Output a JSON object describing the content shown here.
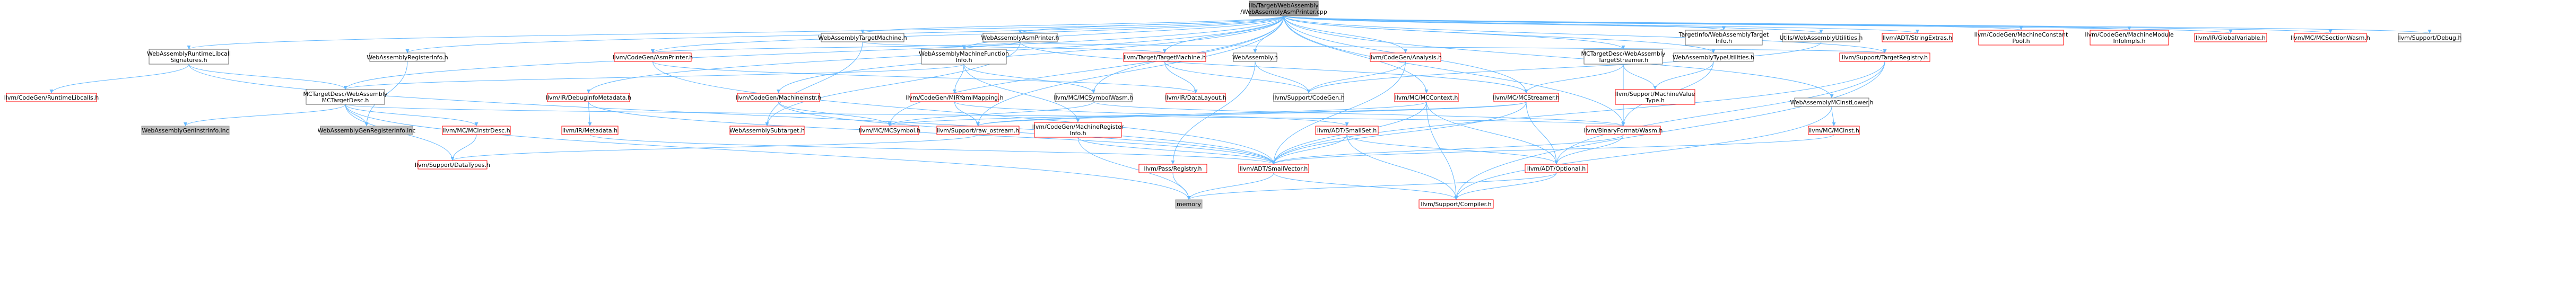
{
  "colors": {
    "edge": "#63b8ff",
    "node_normal_fill": "#ffffff",
    "node_normal_border": "#666666",
    "node_normal_text": "#000000",
    "node_red_border": "#ff0000",
    "node_red_text": "#ff0000",
    "node_grey_fill": "#bfbfbf",
    "node_grey_border": "#999999",
    "node_root_fill": "#999999",
    "node_root_border": "#666666"
  },
  "graph": {
    "root": "n_root",
    "nodes": [
      {
        "id": "n_root",
        "lines": [
          "lib/Target/WebAssembly",
          "/WebAssemblyAsmPrinter.cpp"
        ],
        "style": "root"
      },
      {
        "id": "n_rtlib",
        "lines": [
          "WebAssemblyRuntimeLibcall",
          "Signatures.h"
        ],
        "style": "normal"
      },
      {
        "id": "n_regi",
        "lines": [
          "WebAssemblyRegisterInfo.h"
        ],
        "style": "normal"
      },
      {
        "id": "n_cgap",
        "lines": [
          "llvm/CodeGen/AsmPrinter.h"
        ],
        "style": "red"
      },
      {
        "id": "n_tm",
        "lines": [
          "WebAssemblyTargetMachine.h"
        ],
        "style": "normal"
      },
      {
        "id": "n_wap",
        "lines": [
          "WebAssemblyAsmPrinter.h"
        ],
        "style": "normal"
      },
      {
        "id": "n_wmfi",
        "lines": [
          "WebAssemblyMachineFunction",
          "Info.h"
        ],
        "style": "normal"
      },
      {
        "id": "n_ttm",
        "lines": [
          "llvm/Target/TargetMachine.h"
        ],
        "style": "red"
      },
      {
        "id": "n_was",
        "lines": [
          "WebAssembly.h"
        ],
        "style": "normal"
      },
      {
        "id": "n_cga",
        "lines": [
          "llvm/CodeGen/Analysis.h"
        ],
        "style": "red"
      },
      {
        "id": "n_mcts",
        "lines": [
          "MCTargetDesc/WebAssembly",
          "TargetStreamer.h"
        ],
        "style": "normal"
      },
      {
        "id": "n_tiw",
        "lines": [
          "TargetInfo/WebAssemblyTarget",
          "Info.h"
        ],
        "style": "normal"
      },
      {
        "id": "n_uwu",
        "lines": [
          "Utils/WebAssemblyUtilities.h"
        ],
        "style": "normal"
      },
      {
        "id": "n_se",
        "lines": [
          "llvm/ADT/StringExtras.h"
        ],
        "style": "red"
      },
      {
        "id": "n_mcp",
        "lines": [
          "llvm/CodeGen/MachineConstant",
          "Pool.h"
        ],
        "style": "red"
      },
      {
        "id": "n_mmi",
        "lines": [
          "llvm/CodeGen/MachineModule",
          "InfoImpls.h"
        ],
        "style": "red"
      },
      {
        "id": "n_gv",
        "lines": [
          "llvm/IR/GlobalVariable.h"
        ],
        "style": "red"
      },
      {
        "id": "n_mcsw",
        "lines": [
          "llvm/MC/MCSectionWasm.h"
        ],
        "style": "red"
      },
      {
        "id": "n_dbg",
        "lines": [
          "llvm/Support/Debug.h"
        ],
        "style": "normal"
      },
      {
        "id": "n_cgrl",
        "lines": [
          "llvm/CodeGen/RuntimeLibcalls.h"
        ],
        "style": "red"
      },
      {
        "id": "n_mctd",
        "lines": [
          "MCTargetDesc/WebAssembly",
          "MCTargetDesc.h"
        ],
        "style": "normal"
      },
      {
        "id": "n_dim",
        "lines": [
          "llvm/IR/DebugInfoMetadata.h"
        ],
        "style": "red"
      },
      {
        "id": "n_cgmi",
        "lines": [
          "llvm/CodeGen/MachineInstr.h"
        ],
        "style": "red"
      },
      {
        "id": "n_mcsym",
        "lines": [
          "llvm/MC/MCSymbolWasm.h"
        ],
        "style": "normal"
      },
      {
        "id": "n_cgmir",
        "lines": [
          "llvm/CodeGen/MIRYamlMapping.h"
        ],
        "style": "red"
      },
      {
        "id": "n_dl",
        "lines": [
          "llvm/IR/DataLayout.h"
        ],
        "style": "red"
      },
      {
        "id": "n_cgen",
        "lines": [
          "llvm/Support/CodeGen.h"
        ],
        "style": "normal"
      },
      {
        "id": "n_mcctx",
        "lines": [
          "llvm/MC/MCContext.h"
        ],
        "style": "red"
      },
      {
        "id": "n_mcstr",
        "lines": [
          "llvm/MC/MCStreamer.h"
        ],
        "style": "red"
      },
      {
        "id": "n_mvt",
        "lines": [
          "llvm/Support/MachineValue",
          "Type.h"
        ],
        "style": "red"
      },
      {
        "id": "n_wtu",
        "lines": [
          "WebAssemblyTypeUtilities.h"
        ],
        "style": "normal"
      },
      {
        "id": "n_treg",
        "lines": [
          "llvm/Support/TargetRegistry.h"
        ],
        "style": "red"
      },
      {
        "id": "n_genii",
        "lines": [
          "WebAssemblyGenInstrInfo.inc"
        ],
        "style": "grey"
      },
      {
        "id": "n_genri",
        "lines": [
          "WebAssemblyGenRegisterInfo.inc"
        ],
        "style": "grey"
      },
      {
        "id": "n_mcid",
        "lines": [
          "llvm/MC/MCInstrDesc.h"
        ],
        "style": "red"
      },
      {
        "id": "n_meta",
        "lines": [
          "llvm/IR/Metadata.h"
        ],
        "style": "red"
      },
      {
        "id": "n_wsub",
        "lines": [
          "WebAssemblySubtarget.h"
        ],
        "style": "red"
      },
      {
        "id": "n_mcs",
        "lines": [
          "llvm/MC/MCSymbol.h"
        ],
        "style": "red"
      },
      {
        "id": "n_rso",
        "lines": [
          "llvm/Support/raw_ostream.h"
        ],
        "style": "red"
      },
      {
        "id": "n_cgmr",
        "lines": [
          "llvm/CodeGen/MachineRegister",
          "Info.h"
        ],
        "style": "red"
      },
      {
        "id": "n_sset",
        "lines": [
          "llvm/ADT/SmallSet.h"
        ],
        "style": "red"
      },
      {
        "id": "n_bfw",
        "lines": [
          "llvm/BinaryFormat/Wasm.h"
        ],
        "style": "red"
      },
      {
        "id": "n_wmcil",
        "lines": [
          "WebAssemblyMCInstLower.h"
        ],
        "style": "normal"
      },
      {
        "id": "n_mcinst",
        "lines": [
          "llvm/MC/MCInst.h"
        ],
        "style": "red"
      },
      {
        "id": "n_dtypes",
        "lines": [
          "llvm/Support/DataTypes.h"
        ],
        "style": "red"
      },
      {
        "id": "n_preg",
        "lines": [
          "llvm/Pass/Registry.h"
        ],
        "style": "red"
      },
      {
        "id": "n_svec",
        "lines": [
          "llvm/ADT/SmallVector.h"
        ],
        "style": "red"
      },
      {
        "id": "n_opt",
        "lines": [
          "llvm/ADT/Optional.h"
        ],
        "style": "red"
      },
      {
        "id": "n_mem",
        "lines": [
          "memory"
        ],
        "style": "grey"
      },
      {
        "id": "n_comp",
        "lines": [
          "llvm/Support/Compiler.h"
        ],
        "style": "red"
      }
    ],
    "edges": [
      [
        "n_root",
        "n_rtlib"
      ],
      [
        "n_root",
        "n_regi"
      ],
      [
        "n_root",
        "n_cgap"
      ],
      [
        "n_root",
        "n_tm"
      ],
      [
        "n_root",
        "n_wap"
      ],
      [
        "n_root",
        "n_wmfi"
      ],
      [
        "n_root",
        "n_ttm"
      ],
      [
        "n_root",
        "n_was"
      ],
      [
        "n_root",
        "n_cga"
      ],
      [
        "n_root",
        "n_mcts"
      ],
      [
        "n_root",
        "n_tiw"
      ],
      [
        "n_root",
        "n_uwu"
      ],
      [
        "n_root",
        "n_se"
      ],
      [
        "n_root",
        "n_mcp"
      ],
      [
        "n_root",
        "n_mmi"
      ],
      [
        "n_root",
        "n_gv"
      ],
      [
        "n_root",
        "n_mcsw"
      ],
      [
        "n_root",
        "n_dbg"
      ],
      [
        "n_root",
        "n_mctd"
      ],
      [
        "n_root",
        "n_mcsym"
      ],
      [
        "n_root",
        "n_mcctx"
      ],
      [
        "n_root",
        "n_mcstr"
      ],
      [
        "n_root",
        "n_treg"
      ],
      [
        "n_root",
        "n_wmcil"
      ],
      [
        "n_root",
        "n_bfw"
      ],
      [
        "n_root",
        "n_dim"
      ],
      [
        "n_root",
        "n_mcs"
      ],
      [
        "n_root",
        "n_rso"
      ],
      [
        "n_root",
        "n_cgmi"
      ],
      [
        "n_root",
        "n_wtu"
      ],
      [
        "n_rtlib",
        "n_cgrl"
      ],
      [
        "n_rtlib",
        "n_mctd"
      ],
      [
        "n_rtlib",
        "n_svec"
      ],
      [
        "n_regi",
        "n_genri"
      ],
      [
        "n_cgap",
        "n_svec"
      ],
      [
        "n_cgap",
        "n_dl"
      ],
      [
        "n_tm",
        "n_wsub"
      ],
      [
        "n_tm",
        "n_ttm"
      ],
      [
        "n_wap",
        "n_wsub"
      ],
      [
        "n_wap",
        "n_cgap"
      ],
      [
        "n_wap",
        "n_wmfi"
      ],
      [
        "n_wap",
        "n_mcstr"
      ],
      [
        "n_wap",
        "n_treg"
      ],
      [
        "n_wmfi",
        "n_mctd"
      ],
      [
        "n_wmfi",
        "n_cgmir"
      ],
      [
        "n_wmfi",
        "n_cgmr"
      ],
      [
        "n_wmfi",
        "n_mcsym"
      ],
      [
        "n_ttm",
        "n_dl"
      ],
      [
        "n_ttm",
        "n_cgen"
      ],
      [
        "n_was",
        "n_cgen"
      ],
      [
        "n_was",
        "n_preg"
      ],
      [
        "n_cga",
        "n_cgen"
      ],
      [
        "n_cga",
        "n_svec"
      ],
      [
        "n_mcts",
        "n_mcstr"
      ],
      [
        "n_mcts",
        "n_mvt"
      ],
      [
        "n_mcts",
        "n_bfw"
      ],
      [
        "n_uwu",
        "n_cgen"
      ],
      [
        "n_mctd",
        "n_mcid"
      ],
      [
        "n_mctd",
        "n_genii"
      ],
      [
        "n_mctd",
        "n_genri"
      ],
      [
        "n_mctd",
        "n_dtypes"
      ],
      [
        "n_mctd",
        "n_mem"
      ],
      [
        "n_mctd",
        "n_bfw"
      ],
      [
        "n_dim",
        "n_meta"
      ],
      [
        "n_dim",
        "n_svec"
      ],
      [
        "n_cgmi",
        "n_mcs"
      ],
      [
        "n_cgmi",
        "n_svec"
      ],
      [
        "n_mcsym",
        "n_mcs"
      ],
      [
        "n_mcsym",
        "n_bfw"
      ],
      [
        "n_cgmir",
        "n_rso"
      ],
      [
        "n_cgmir",
        "n_sset"
      ],
      [
        "n_mcctx",
        "n_svec"
      ],
      [
        "n_mcctx",
        "n_comp"
      ],
      [
        "n_mcctx",
        "n_opt"
      ],
      [
        "n_mcctx",
        "n_rso"
      ],
      [
        "n_mcstr",
        "n_svec"
      ],
      [
        "n_mcstr",
        "n_opt"
      ],
      [
        "n_mcstr",
        "n_mcs"
      ],
      [
        "n_mcstr",
        "n_rso"
      ],
      [
        "n_wtu",
        "n_mvt"
      ],
      [
        "n_wtu",
        "n_bfw"
      ],
      [
        "n_treg",
        "n_opt"
      ],
      [
        "n_treg",
        "n_comp"
      ],
      [
        "n_treg",
        "n_svec"
      ],
      [
        "n_mcid",
        "n_dtypes"
      ],
      [
        "n_meta",
        "n_svec"
      ],
      [
        "n_rso",
        "n_dtypes"
      ],
      [
        "n_cgmr",
        "n_svec"
      ],
      [
        "n_cgmr",
        "n_mem"
      ],
      [
        "n_sset",
        "n_svec"
      ],
      [
        "n_sset",
        "n_opt"
      ],
      [
        "n_sset",
        "n_comp"
      ],
      [
        "n_bfw",
        "n_svec"
      ],
      [
        "n_bfw",
        "n_opt"
      ],
      [
        "n_wmcil",
        "n_mcinst"
      ],
      [
        "n_wmcil",
        "n_comp"
      ],
      [
        "n_mcinst",
        "n_svec"
      ],
      [
        "n_preg",
        "n_mem"
      ],
      [
        "n_svec",
        "n_mem"
      ],
      [
        "n_svec",
        "n_comp"
      ],
      [
        "n_opt",
        "n_comp"
      ],
      [
        "n_opt",
        "n_mem"
      ]
    ]
  }
}
